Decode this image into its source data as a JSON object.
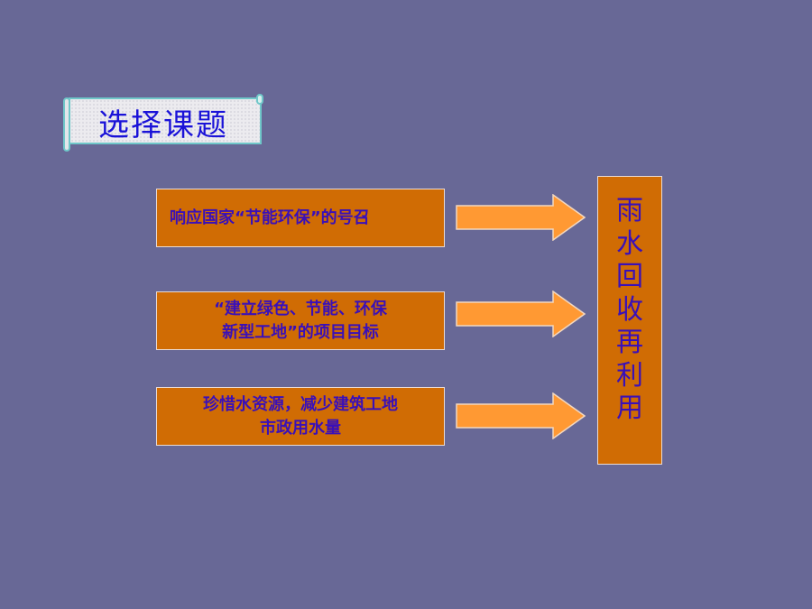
{
  "slide": {
    "background": "#686896",
    "title": "选择课题",
    "reasons": [
      {
        "lines": [
          "响应国家“节能环保”的号召"
        ]
      },
      {
        "lines": [
          "“建立绿色、节能、环保",
          "新型工地”的项目目标"
        ]
      },
      {
        "lines": [
          "珍惜水资源，减少建筑工地",
          "市政用水量"
        ]
      }
    ],
    "result": {
      "text": "雨水回收再利用",
      "chars": [
        "雨",
        "水",
        "回",
        "收",
        "再",
        "利",
        "用"
      ]
    },
    "colors": {
      "box_fill": "#d06c04",
      "box_text": "#3a10b8",
      "arrow_fill": "#ff9933",
      "title_text": "#1a12d8",
      "scroll_border": "#6fc7c9"
    }
  }
}
